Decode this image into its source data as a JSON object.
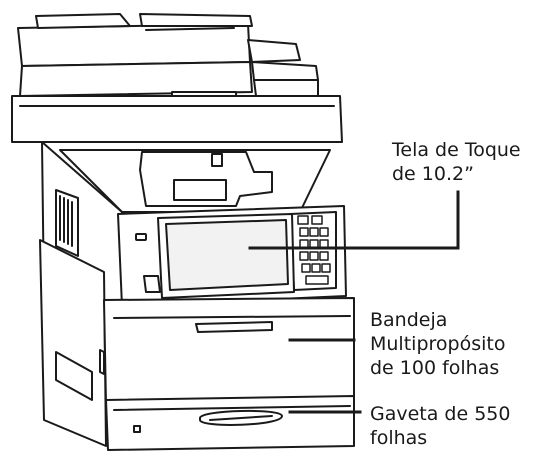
{
  "callouts": {
    "touch_screen": {
      "line1": "Tela de Toque",
      "line2": "de 10.2”"
    },
    "mp_tray": {
      "line1": "Bandeja",
      "line2": "Multipropósito",
      "line3": "de 100 folhas"
    },
    "drawer": {
      "line1": "Gaveta de 550",
      "line2": "folhas"
    }
  },
  "colors": {
    "stroke": "#1a1a1a",
    "fill": "#ffffff",
    "screen": "#f2f2f2"
  }
}
